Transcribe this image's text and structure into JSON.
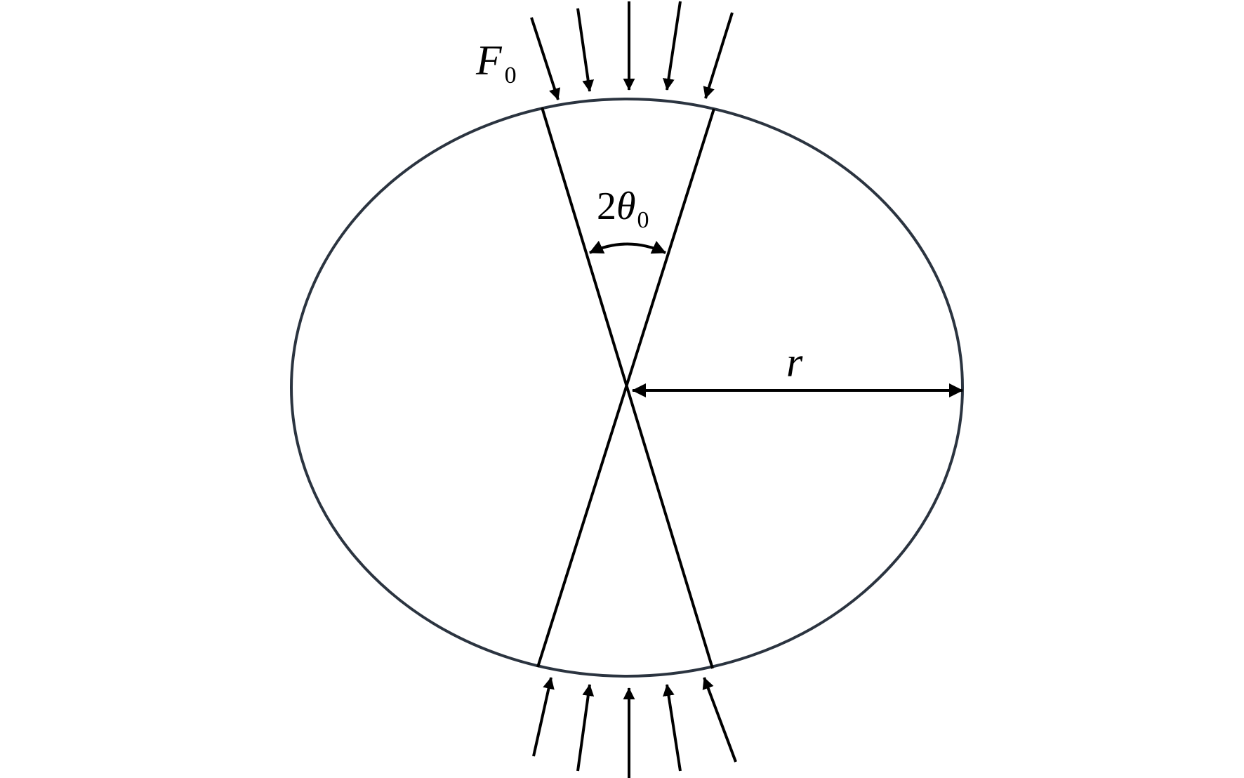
{
  "labels": {
    "force_symbol": "F",
    "force_subscript": "0",
    "angle_coefficient": "2",
    "angle_symbol": "θ",
    "angle_subscript": "0",
    "radius_symbol": "r"
  },
  "colors": {
    "outline": "#2b3440",
    "lines": "#000000"
  }
}
